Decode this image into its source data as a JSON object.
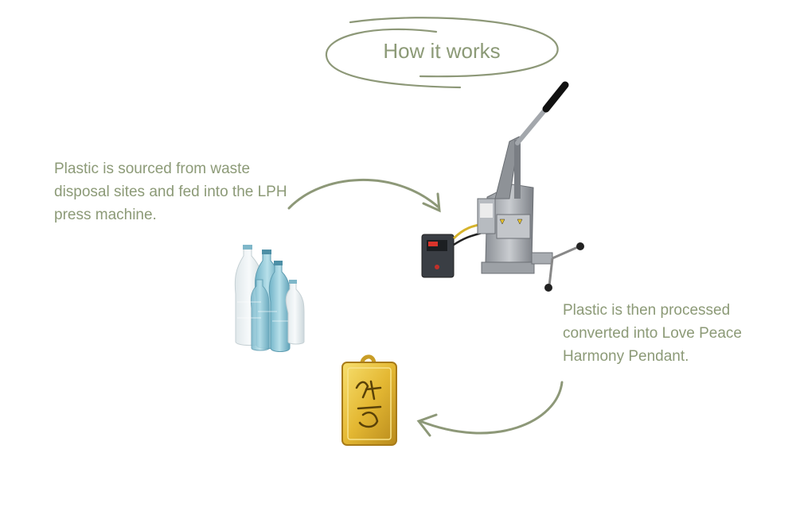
{
  "colors": {
    "text": "#8c9a77",
    "stroke": "#8d9878",
    "background": "#ffffff",
    "pendant_gold": "#e4b833",
    "bottle_blue": "#8fc6d8"
  },
  "title": "How it works",
  "steps": [
    {
      "text": "Plastic is sourced from waste disposal sites and fed into the LPH press machine."
    },
    {
      "text": "Plastic is then processed converted into Love Peace Harmony Pendant."
    }
  ],
  "images": {
    "bottles": "plastic-bottles-icon",
    "press": "press-machine-icon",
    "pendant": "pendant-icon"
  }
}
